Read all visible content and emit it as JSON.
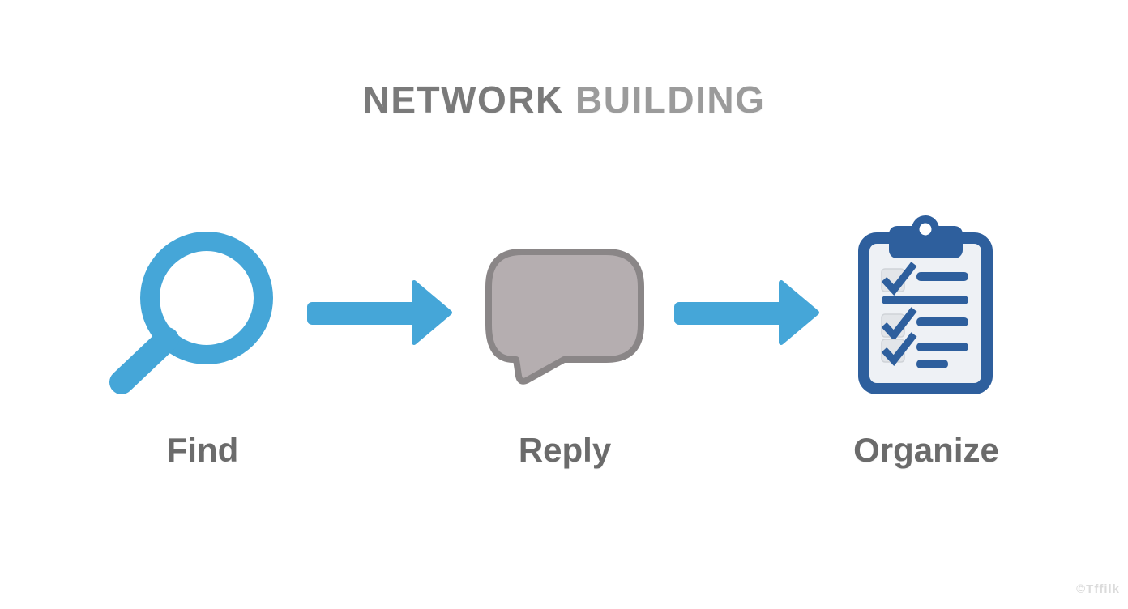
{
  "title": {
    "word1": "NETWORK",
    "word2": "BUILDING"
  },
  "steps": [
    {
      "id": "find",
      "label": "Find",
      "icon": "magnifier-icon"
    },
    {
      "id": "reply",
      "label": "Reply",
      "icon": "speech-bubble-icon"
    },
    {
      "id": "organize",
      "label": "Organize",
      "icon": "clipboard-checklist-icon"
    }
  ],
  "connectors": [
    {
      "id": "arrow-1",
      "icon": "right-arrow-icon",
      "from": "find",
      "to": "reply"
    },
    {
      "id": "arrow-2",
      "icon": "right-arrow-icon",
      "from": "reply",
      "to": "organize"
    }
  ],
  "watermark": "©Tffilk",
  "colors": {
    "accent-blue": "#45a6d8",
    "clipboard-blue": "#2e5f9d",
    "clipboard-paper": "#eef1f5",
    "checkbox-fill": "#e2e5e9",
    "bubble-fill": "#b5aeb0",
    "bubble-stroke": "#8a8687",
    "title-dark": "#7a7a7a",
    "title-light": "#9b9b9b",
    "label-gray": "#6b6b6b",
    "background": "#ffffff"
  }
}
